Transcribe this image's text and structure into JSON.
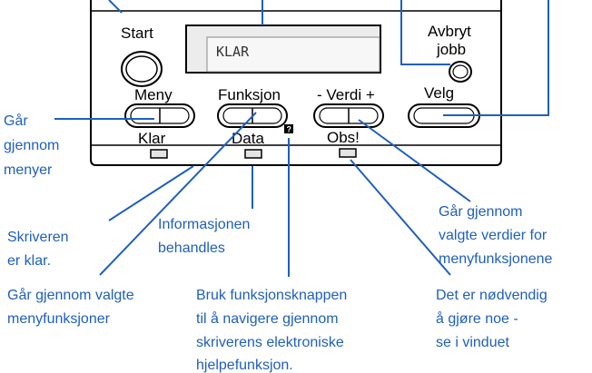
{
  "panel": {
    "display_text": "KLAR",
    "start_label": "Start",
    "cancel_label_1": "Avbryt",
    "cancel_label_2": "jobb",
    "menu_label": "Meny",
    "function_label": "Funksjon",
    "value_label": "- Verdi +",
    "select_label": "Velg",
    "ready_label": "Klar",
    "data_label": "Data",
    "attention_label": "Obs!"
  },
  "callouts": {
    "menu": [
      "Går",
      "gjennom",
      "menyer"
    ],
    "ready": [
      "Skriveren",
      "er klar."
    ],
    "data": [
      "Informasjonen",
      "behandles"
    ],
    "function": [
      "Går gjennom valgte",
      "menyfunksjoner"
    ],
    "help": [
      "Bruk funksjonsknappen",
      "til å navigere gjennom",
      "skriverens elektroniske",
      "hjelpefunksjon."
    ],
    "value": [
      "Går gjennom",
      "valgte verdier for",
      "menyfunksjonene"
    ],
    "attention": [
      "Det er nødvendig",
      "å gjøre noe -",
      "se i vinduet"
    ]
  },
  "colors": {
    "callout_text": "#1f5fbf",
    "callout_line": "#1f5fbf",
    "panel_outline": "#000000"
  }
}
